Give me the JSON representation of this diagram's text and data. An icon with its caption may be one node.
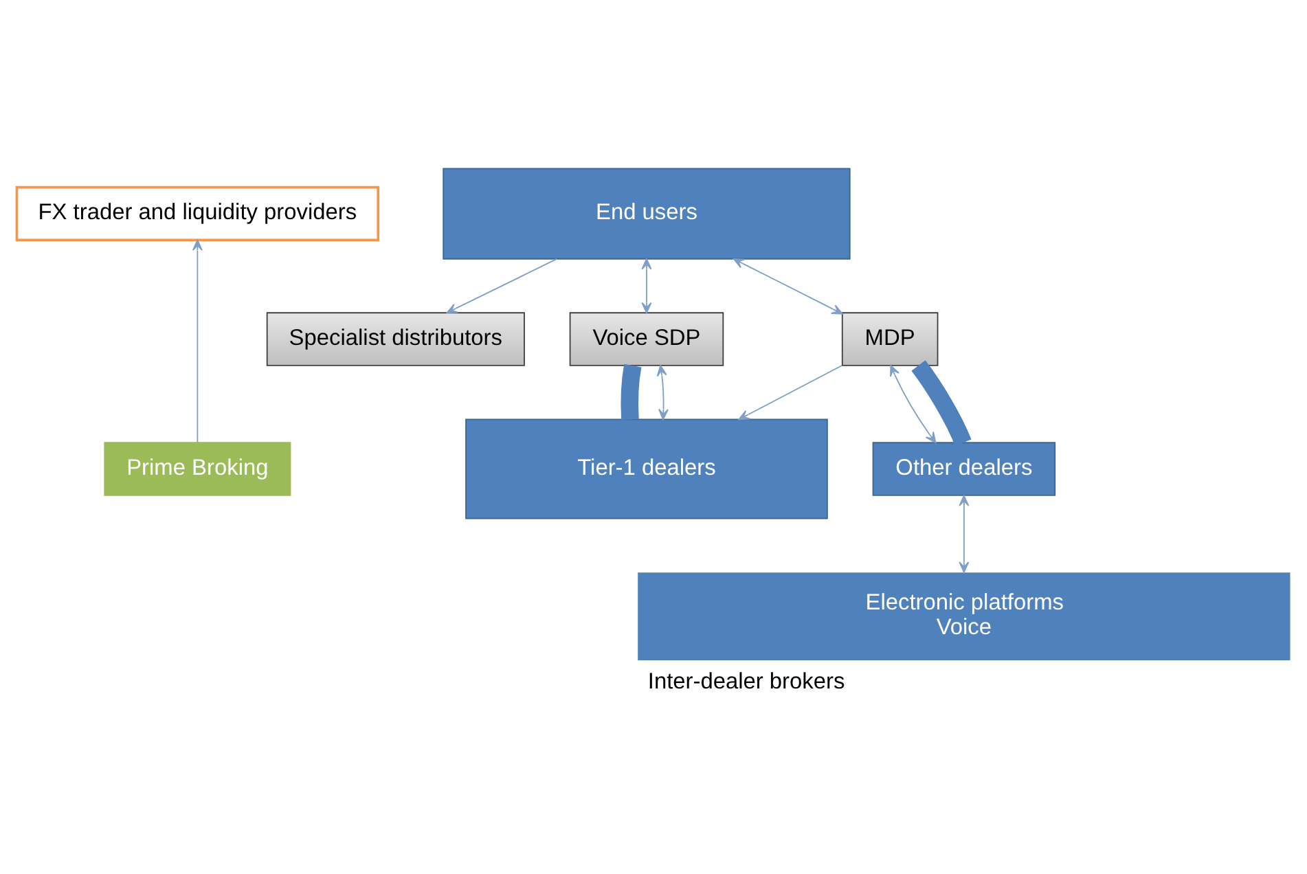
{
  "diagram": {
    "nodes": [
      {
        "text": [
          "FX trader and liquidity providers"
        ]
      },
      {
        "text": [
          "End users"
        ]
      },
      {
        "text": [
          "Specialist distributors"
        ]
      },
      {
        "text": [
          "Voice SDP"
        ]
      },
      {
        "text": [
          "MDP"
        ]
      },
      {
        "text": [
          "Prime Broking"
        ]
      },
      {
        "text": [
          "Tier-1 dealers"
        ]
      },
      {
        "text": [
          "Other dealers"
        ]
      },
      {
        "text": [
          "Electronic platforms",
          "Voice"
        ],
        "beside": [
          "Inter-dealer brokers"
        ]
      }
    ],
    "edges": [
      {
        "from": 1,
        "to": 2,
        "arrow": "to"
      },
      {
        "from": 1,
        "to": 3,
        "arrow": "both"
      },
      {
        "from": 1,
        "to": 4,
        "arrow": "both"
      },
      {
        "from": 5,
        "to": 0,
        "arrow": "to"
      },
      {
        "from": 3,
        "to": 6,
        "arrow": "none",
        "style": "thick",
        "color": "#4f81bd"
      },
      {
        "from": 3,
        "to": 6,
        "arrow": "both"
      },
      {
        "from": 4,
        "to": 6,
        "arrow": "to"
      },
      {
        "from": 4,
        "to": 7,
        "arrow": "both"
      },
      {
        "from": 4,
        "to": 7,
        "arrow": "none",
        "style": "thick",
        "color": "#4f81bd"
      },
      {
        "from": 7,
        "to": 8,
        "arrow": "both"
      }
    ]
  }
}
